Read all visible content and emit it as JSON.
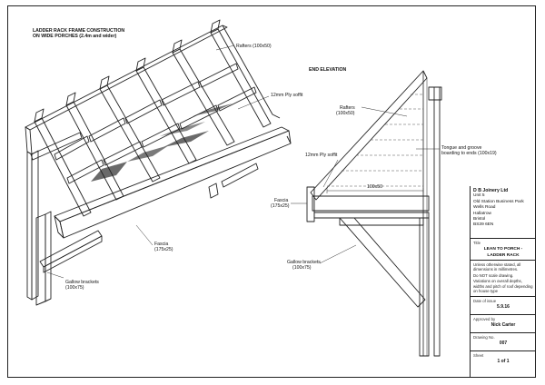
{
  "sheet_title": [
    "LADDER RACK FRAME CONSTRUCTION",
    "ON WIDE PORCHES (2.4m and wider)"
  ],
  "iso_labels": {
    "rafters": "Rafters (100x50)",
    "soffit": "12mm Ply soffit",
    "fascia": [
      "Fascia",
      "(175x25)"
    ],
    "brackets": [
      "Gallow brackets",
      "(100x75)"
    ]
  },
  "end_elevation": {
    "title": "END ELEVATION",
    "rafters": [
      "Rafters",
      "(100x50)"
    ],
    "tongue": [
      "Tongue and groove",
      "boarding to ends (100x19)"
    ],
    "soffit": "12mm Ply soffit",
    "dim": "100x50",
    "fascia": [
      "Fascia",
      "(175x25)"
    ],
    "brackets": [
      "Gallow brackets",
      "(100x75)"
    ]
  },
  "title_block": {
    "company": "D B Joinery Ltd",
    "address": [
      "Unit 5",
      "Old Station Business Park",
      "Wells Road",
      "Hallatrow",
      "Bristol",
      "BS39 6EN"
    ],
    "title_label": "Title",
    "title": [
      "LEAN TO PORCH -",
      "LADDER RACK"
    ],
    "notes": [
      "Unless otherwise stated, all dimensions in millimetres.",
      "Do NOT scale drawing.",
      "Variations on overall depths, widths and pitch of roof depending on house type"
    ],
    "date_label": "Date of issue",
    "date": "5.9.16",
    "approved_label": "Approved by",
    "approved": "Nick Carter",
    "drawing_label": "Drawing No.",
    "drawing": "007",
    "sheet_label": "Sheet",
    "sheet": "1 of 1"
  }
}
